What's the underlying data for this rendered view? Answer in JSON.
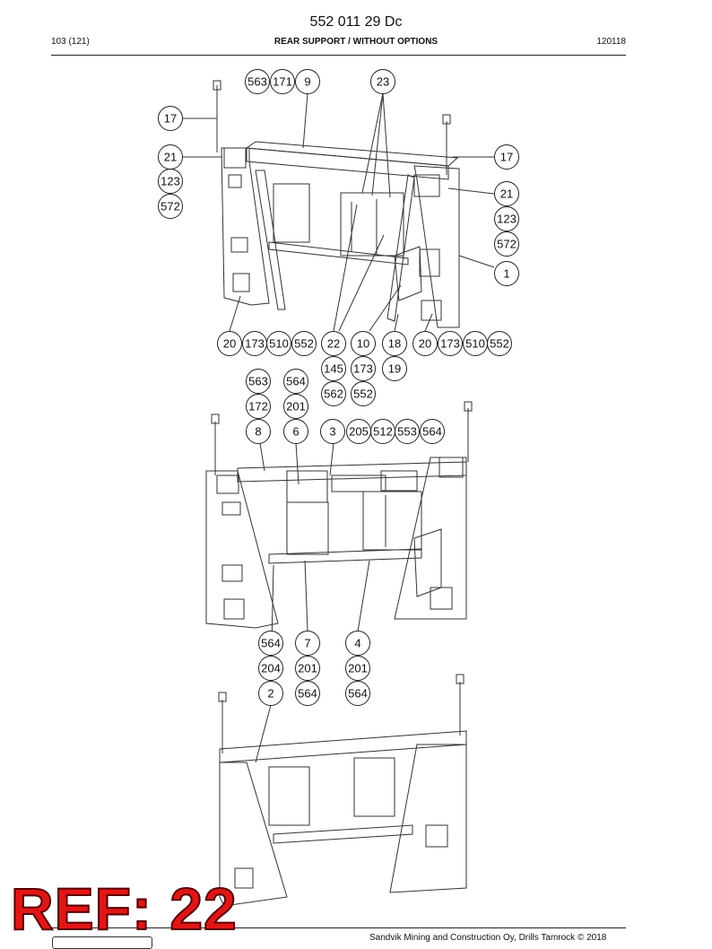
{
  "header": {
    "doc_number": "552 011 29 Dc",
    "page": "103 (121)",
    "title": "REAR SUPPORT / WITHOUT OPTIONS",
    "date_code": "120118"
  },
  "footer": {
    "copyright": "Sandvik Mining and Construction Oy, Drills Tamrock © 2018"
  },
  "stamp": {
    "text": "REF: 22"
  },
  "callouts": {
    "view1": [
      "563",
      "171",
      "9",
      "23",
      "17",
      "21",
      "123",
      "572",
      "17",
      "21",
      "123",
      "572",
      "1",
      "20",
      "173",
      "510",
      "552",
      "22",
      "10",
      "18",
      "20",
      "173",
      "510",
      "552",
      "145",
      "173",
      "19",
      "562",
      "552"
    ],
    "view2": [
      "563",
      "564",
      "172",
      "201",
      "8",
      "6",
      "3",
      "205",
      "512",
      "553",
      "564",
      "564",
      "7",
      "4",
      "204",
      "201",
      "201",
      "2",
      "564",
      "564"
    ]
  },
  "colors": {
    "stamp_fill": "#e01616",
    "line": "#333333"
  }
}
